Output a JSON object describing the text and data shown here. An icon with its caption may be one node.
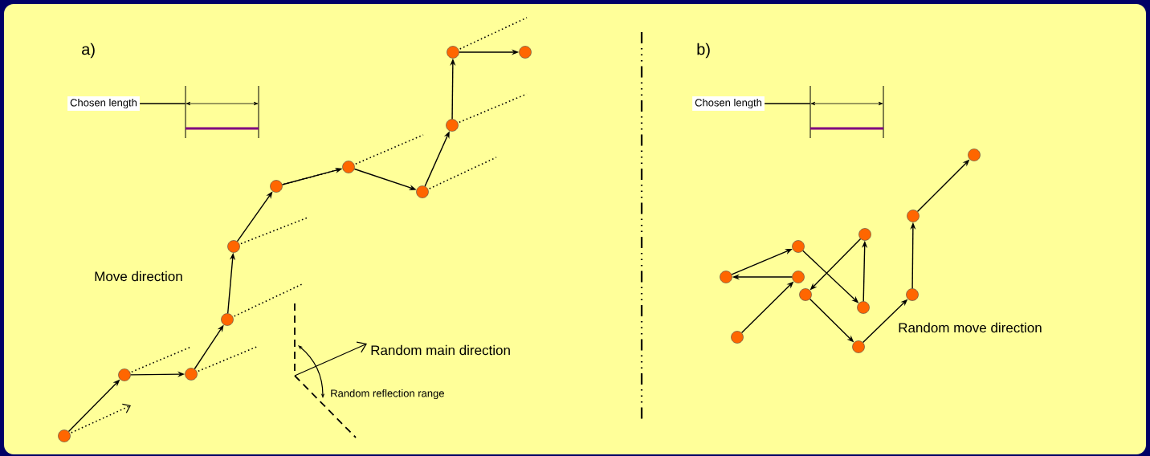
{
  "diagram": {
    "nodes": [
      {
        "text": [
          "Chosen length"
        ]
      },
      {
        "text": [],
        "shape": "circle"
      },
      {
        "text": [],
        "shape": "circle"
      },
      {
        "text": [],
        "shape": "circle"
      },
      {
        "text": [],
        "shape": "circle"
      },
      {
        "text": [],
        "shape": "circle"
      },
      {
        "text": [],
        "shape": "circle"
      },
      {
        "text": [],
        "shape": "circle"
      },
      {
        "text": [],
        "shape": "circle"
      },
      {
        "text": [],
        "shape": "circle"
      },
      {
        "text": [],
        "shape": "circle"
      },
      {
        "text": [],
        "shape": "circle"
      },
      {
        "text": [
          "Chosen length"
        ]
      },
      {
        "text": [],
        "shape": "circle"
      },
      {
        "text": [],
        "shape": "circle"
      },
      {
        "text": [],
        "shape": "circle"
      },
      {
        "text": [],
        "shape": "circle"
      },
      {
        "text": [],
        "shape": "circle"
      },
      {
        "text": [],
        "shape": "circle"
      },
      {
        "text": [],
        "shape": "circle"
      },
      {
        "text": [],
        "shape": "circle"
      },
      {
        "text": [],
        "shape": "circle"
      },
      {
        "text": [],
        "shape": "circle"
      },
      {
        "text": [],
        "shape": "circle"
      },
      {
        "text": [],
        "shape": "picture"
      },
      {
        "text": [],
        "shape": "picture"
      }
    ],
    "edges": [
      {
        "from": 0,
        "to": 24,
        "arrow": "none"
      },
      {
        "from": 1,
        "to": 2,
        "arrow": "to"
      },
      {
        "from": 2,
        "to": 3,
        "arrow": "to"
      },
      {
        "from": 3,
        "to": 4,
        "arrow": "to"
      },
      {
        "from": 4,
        "to": 5,
        "arrow": "to"
      },
      {
        "from": 5,
        "to": 6,
        "arrow": "to"
      },
      {
        "from": 6,
        "to": 7,
        "arrow": "to"
      },
      {
        "from": 7,
        "to": 8,
        "arrow": "to"
      },
      {
        "from": 8,
        "to": 9,
        "arrow": "to"
      },
      {
        "from": 9,
        "to": 10,
        "arrow": "to"
      },
      {
        "from": 10,
        "to": 11,
        "arrow": "to"
      },
      {
        "from": 12,
        "to": 25,
        "arrow": "none"
      },
      {
        "from": 13,
        "to": 14,
        "arrow": "to"
      },
      {
        "from": 14,
        "to": 15,
        "arrow": "to"
      },
      {
        "from": 15,
        "to": 16,
        "arrow": "to"
      },
      {
        "from": 16,
        "to": 17,
        "arrow": "to"
      },
      {
        "from": 17,
        "to": 18,
        "arrow": "to"
      },
      {
        "from": 18,
        "to": 19,
        "arrow": "to"
      },
      {
        "from": 19,
        "to": 20,
        "arrow": "to"
      },
      {
        "from": 20,
        "to": 21,
        "arrow": "to"
      },
      {
        "from": 21,
        "to": 22,
        "arrow": "to"
      },
      {
        "from": 22,
        "to": 23,
        "arrow": "to"
      }
    ],
    "labels": [
      "a)",
      "b)",
      "Move direction",
      "Random main direction",
      "Random reflection range",
      "Random move direction"
    ]
  }
}
